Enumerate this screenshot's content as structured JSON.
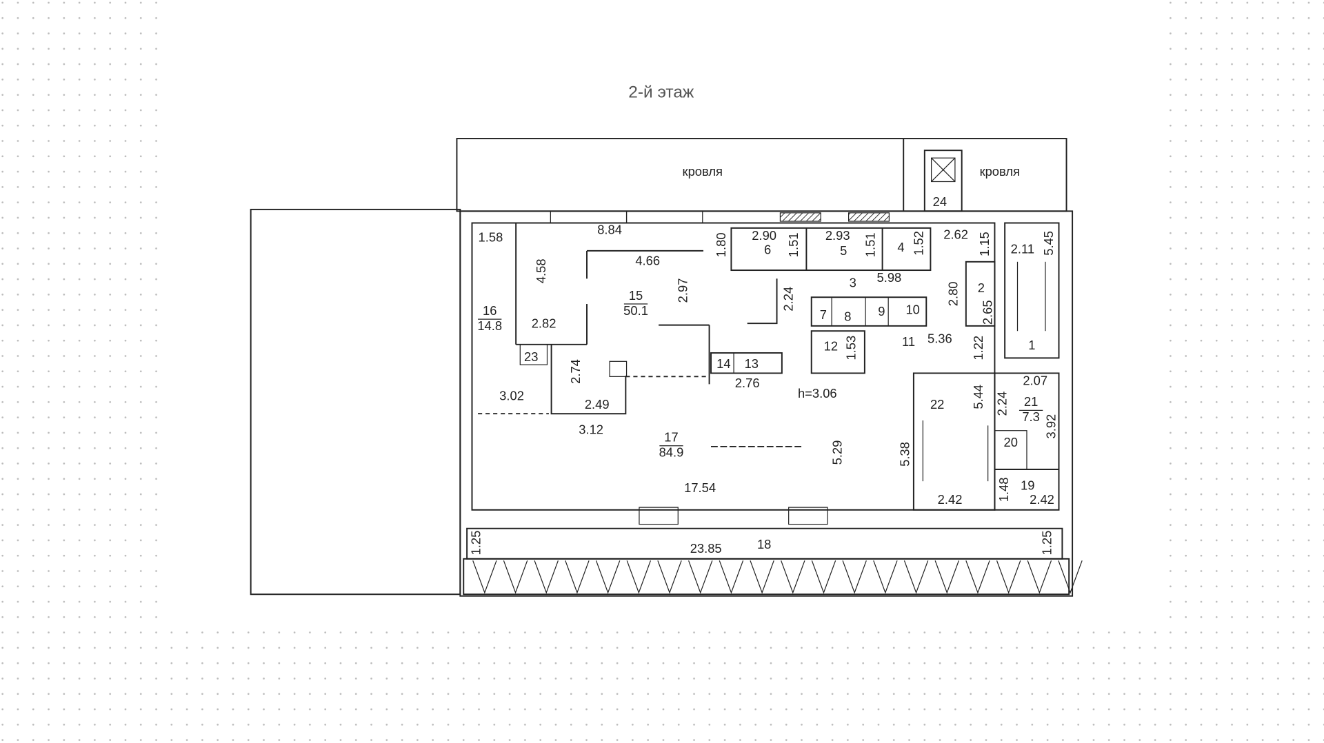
{
  "title": "2-й этаж",
  "roof_labels": [
    "кровля",
    "кровля"
  ],
  "ceiling_height": "h=3.06",
  "rooms": [
    {
      "number": "1"
    },
    {
      "number": "2"
    },
    {
      "number": "3"
    },
    {
      "number": "4"
    },
    {
      "number": "5"
    },
    {
      "number": "6"
    },
    {
      "number": "7"
    },
    {
      "number": "8"
    },
    {
      "number": "9"
    },
    {
      "number": "10"
    },
    {
      "number": "11"
    },
    {
      "number": "12"
    },
    {
      "number": "13"
    },
    {
      "number": "14"
    },
    {
      "number": "15",
      "area": "50.1"
    },
    {
      "number": "16",
      "area": "14.8"
    },
    {
      "number": "17",
      "area": "84.9"
    },
    {
      "number": "18"
    },
    {
      "number": "19"
    },
    {
      "number": "20"
    },
    {
      "number": "21",
      "area": "7.3"
    },
    {
      "number": "22"
    },
    {
      "number": "23"
    },
    {
      "number": "24"
    }
  ],
  "dimensions": [
    "2.62",
    "1.15",
    "1.58",
    "8.84",
    "2.90",
    "1.51",
    "2.93",
    "1.51",
    "1.52",
    "1.80",
    "4.66",
    "4.58",
    "2.11",
    "5.45",
    "5.98",
    "2.97",
    "2.24",
    "2.80",
    "2.65",
    "2.82",
    "1.53",
    "5.36",
    "1.22",
    "2.74",
    "2.76",
    "2.07",
    "5.44",
    "2.24",
    "3.02",
    "2.49",
    "3.12",
    "3.92",
    "5.29",
    "5.38",
    "1.48",
    "17.54",
    "2.42",
    "2.42",
    "1.25",
    "23.85",
    "1.25"
  ]
}
